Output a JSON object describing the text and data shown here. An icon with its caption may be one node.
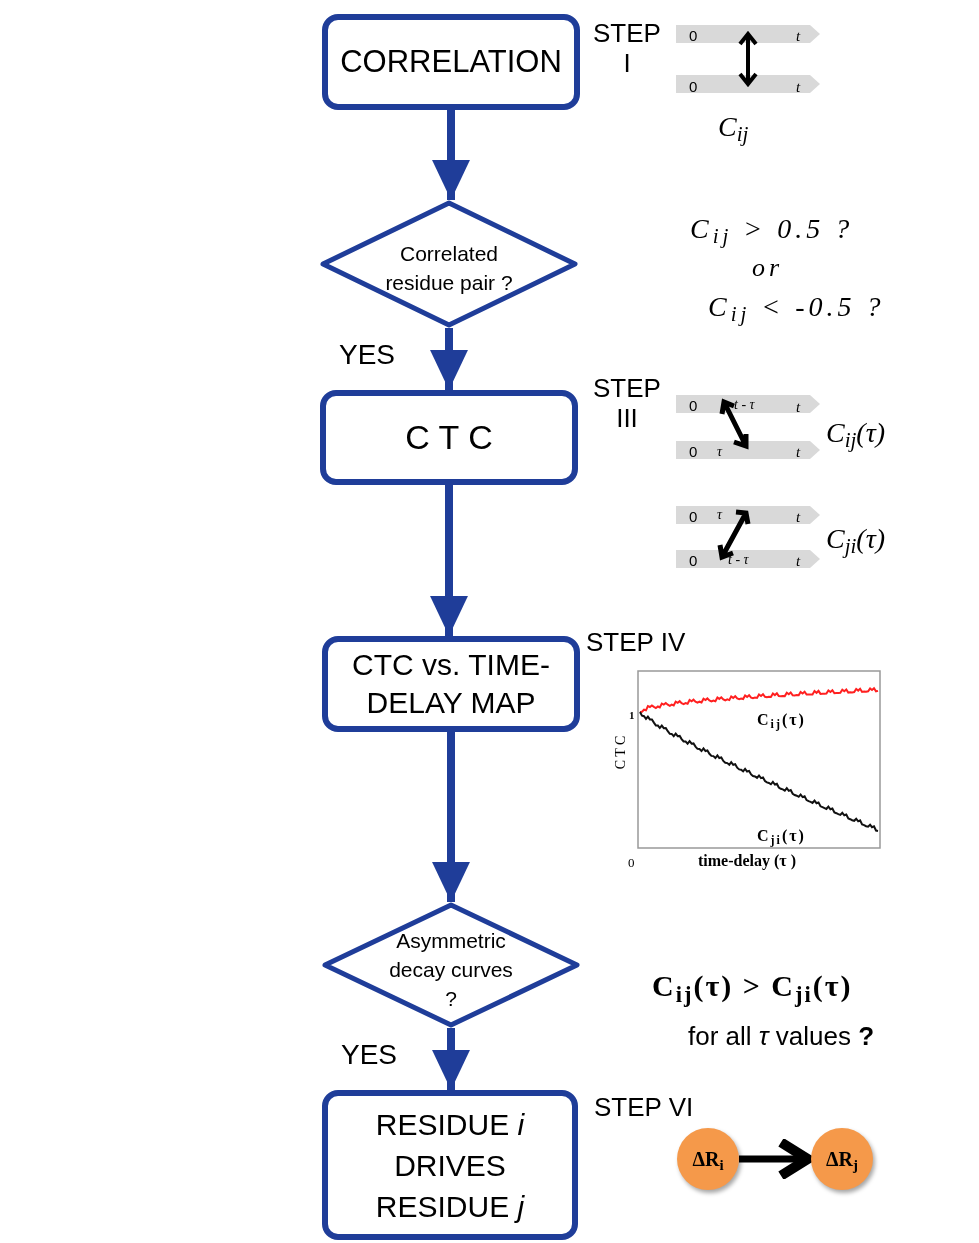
{
  "diagram": {
    "nodes": [
      {
        "text": [
          "CORRELATION"
        ],
        "beside": [
          "STEP I"
        ]
      },
      {
        "text": [
          "Correlated residue pair ?"
        ]
      },
      {
        "text": [
          "C T C"
        ],
        "beside": [
          "STEP III"
        ]
      },
      {
        "text": [
          "CTC vs. TIME-DELAY MAP"
        ],
        "beside": [
          "STEP IV"
        ]
      },
      {
        "text": [
          "Asymmetric decay curves ?"
        ]
      },
      {
        "text": [
          "RESIDUE *i* DRIVES RESIDUE *j*"
        ],
        "beside": [
          "STEP VI"
        ]
      },
      {
        "text": [
          "ΔR$_{i}$"
        ]
      },
      {
        "text": [
          "ΔR$_{j}$"
        ]
      }
    ],
    "edges": [
      {
        "from": 0,
        "to": 1,
        "arrow": "to"
      },
      {
        "from": 1,
        "to": 2,
        "arrow": "to",
        "label": "YES"
      },
      {
        "from": 2,
        "to": 3,
        "arrow": "to"
      },
      {
        "from": 3,
        "to": 4,
        "arrow": "to"
      },
      {
        "from": 4,
        "to": 5,
        "arrow": "to",
        "label": "YES"
      },
      {
        "from": 6,
        "to": 7,
        "arrow": "to",
        "color": "#000000"
      }
    ],
    "labels": [
      "0",
      "t",
      "0",
      "t",
      "C$_{ij}$",
      "C$_{ij}$ > 0.5 ?",
      "or",
      "C$_{ij}$ < -0.5 ?",
      "0",
      "t - τ",
      "t",
      "0",
      "τ",
      "t",
      "C$_{ij}$(τ)",
      "0",
      "τ",
      "t",
      "0",
      "t - τ",
      "t",
      "C$_{ji}$(τ)",
      "1",
      "C T C",
      "C$_{ij}$(τ)",
      "C$_{ji}$(τ)",
      "0",
      "time-delay (τ )",
      "C$_{ij}$(τ) > C$_{ji}$(τ)",
      "for all *τ* values **?**"
    ]
  }
}
